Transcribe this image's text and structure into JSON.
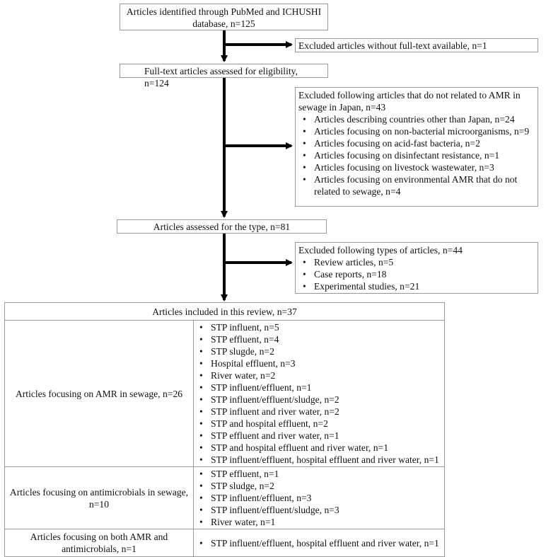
{
  "identified": {
    "text": "Articles identified through PubMed and ICHUSHI database, n=125"
  },
  "excluded_fulltext": {
    "text": "Excluded articles without full-text available, n=1"
  },
  "eligibility": {
    "text": "Full-text articles assessed for eligibility, n=124"
  },
  "excluded_topic": {
    "text": "Excluded following articles that do not related to AMR in sewage in Japan, n=43",
    "items": [
      "Articles describing countries other than Japan, n=24",
      "Articles focusing on non-bacterial microorganisms, n=9",
      "Articles focusing on acid-fast bacteria, n=2",
      "Articles focusing on disinfectant resistance, n=1",
      "Articles focusing on livestock wastewater, n=3",
      "Articles focusing on environmental AMR that do not related to sewage, n=4"
    ]
  },
  "type_assessed": {
    "text": "Articles assessed for the type, n=81"
  },
  "excluded_type": {
    "text": "Excluded following types of articles, n=44",
    "items": [
      "Review articles, n=5",
      "Case reports, n=18",
      "Experimental studies, n=21"
    ]
  },
  "included": {
    "header": "Articles included in this review, n=37",
    "groups": [
      {
        "label": "Articles focusing on AMR in sewage, n=26",
        "items": [
          "STP influent, n=5",
          "STP effluent, n=4",
          "STP slugde, n=2",
          "Hospital effluent, n=3",
          "River water, n=2",
          "STP influent/effluent, n=1",
          "STP influent/effluent/sludge, n=2",
          "STP influent and river water, n=2",
          "STP and hospital effluent, n=2",
          "STP effluent and river water, n=1",
          "STP and hospital effluent and river water, n=1",
          "STP influent/effluent, hospital effluent and river water, n=1"
        ]
      },
      {
        "label": "Articles focusing on antimicrobials in sewage, n=10",
        "items": [
          "STP effluent, n=1",
          "STP sludge, n=2",
          "STP influent/effluent, n=3",
          "STP influent/effluent/sludge, n=3",
          "River water, n=1"
        ]
      },
      {
        "label": "Articles focusing on both AMR and antimicrobials, n=1",
        "items": [
          "STP influent/effluent, hospital effluent and river water, n=1"
        ]
      }
    ]
  }
}
